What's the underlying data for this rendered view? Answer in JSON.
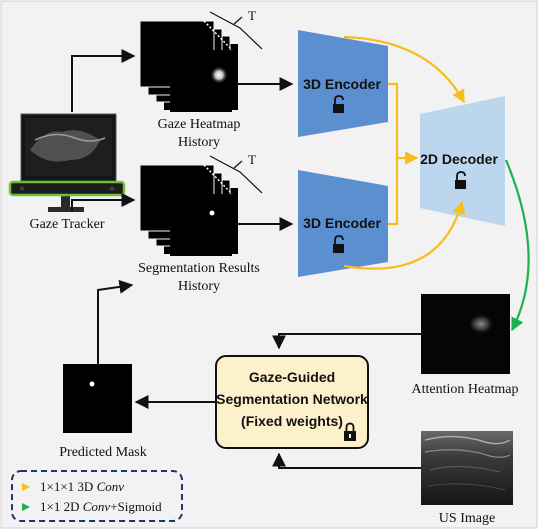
{
  "labels": {
    "gaze_tracker": "Gaze Tracker",
    "gaze_heatmap_history_1": "Gaze Heatmap",
    "gaze_heatmap_history_2": "History",
    "segmentation_history_1": "Segmentation Results",
    "segmentation_history_2": "History",
    "encoder_top": "3D Encoder",
    "encoder_bottom": "3D Encoder",
    "decoder": "2D Decoder",
    "attention_heatmap": "Attention Heatmap",
    "network_line1": "Gaze-Guided",
    "network_line2": "Segmentation Network",
    "network_line3": "(Fixed weights)",
    "predicted_mask": "Predicted Mask",
    "us_image": "US Image",
    "time_symbol_top": "T",
    "time_symbol_bottom": "T"
  },
  "legend": {
    "item1_prefix": "1×1×1 3D ",
    "item1_italic": "Conv",
    "item1_suffix": "",
    "item2_prefix": "1×1 2D ",
    "item2_italic": "Conv",
    "item2_suffix": "+Sigmoid"
  },
  "colors": {
    "background": "#f2f2f2",
    "encoder": "#5b8fd0",
    "decoder": "#bcd6ee",
    "network_box": "#fdf1cc",
    "yellow_arrow": "#f8bd1c",
    "green_arrow": "#1db04b",
    "legend_border": "#1f3864"
  },
  "icons": {
    "encoder_lock": "unlock-icon",
    "decoder_lock": "unlock-icon",
    "network_lock": "lock-icon"
  }
}
